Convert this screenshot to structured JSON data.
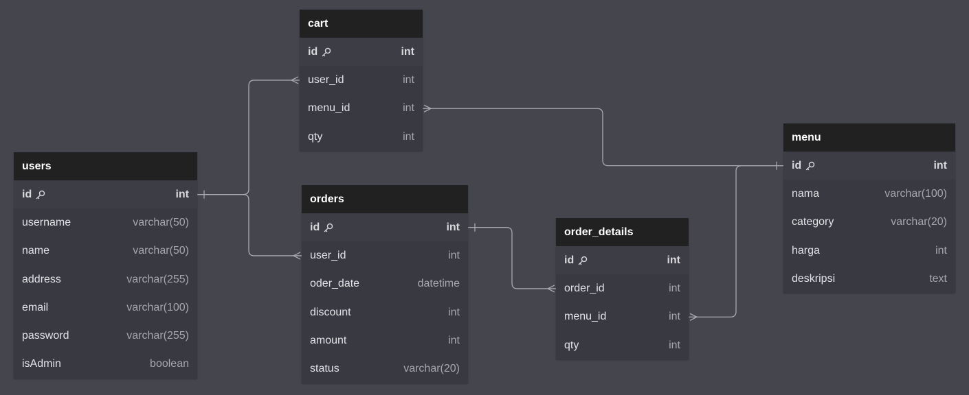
{
  "colors": {
    "background": "#45454e",
    "header": "#212121",
    "body": "#393941",
    "connector": "#a9a9b0"
  },
  "icons": {
    "primary_key": "key-icon"
  },
  "tables": [
    {
      "id": "cart",
      "name": "cart",
      "columns": [
        {
          "name": "id",
          "type": "int",
          "pk": true
        },
        {
          "name": "user_id",
          "type": "int"
        },
        {
          "name": "menu_id",
          "type": "int"
        },
        {
          "name": "qty",
          "type": "int"
        }
      ]
    },
    {
      "id": "users",
      "name": "users",
      "columns": [
        {
          "name": "id",
          "type": "int",
          "pk": true
        },
        {
          "name": "username",
          "type": "varchar(50)"
        },
        {
          "name": "name",
          "type": "varchar(50)"
        },
        {
          "name": "address",
          "type": "varchar(255)"
        },
        {
          "name": "email",
          "type": "varchar(100)"
        },
        {
          "name": "password",
          "type": "varchar(255)"
        },
        {
          "name": "isAdmin",
          "type": "boolean"
        }
      ]
    },
    {
      "id": "orders",
      "name": "orders",
      "columns": [
        {
          "name": "id",
          "type": "int",
          "pk": true
        },
        {
          "name": "user_id",
          "type": "int"
        },
        {
          "name": "oder_date",
          "type": "datetime"
        },
        {
          "name": "discount",
          "type": "int"
        },
        {
          "name": "amount",
          "type": "int"
        },
        {
          "name": "status",
          "type": "varchar(20)"
        }
      ]
    },
    {
      "id": "order_details",
      "name": "order_details",
      "columns": [
        {
          "name": "id",
          "type": "int",
          "pk": true
        },
        {
          "name": "order_id",
          "type": "int"
        },
        {
          "name": "menu_id",
          "type": "int"
        },
        {
          "name": "qty",
          "type": "int"
        }
      ]
    },
    {
      "id": "menu",
      "name": "menu",
      "columns": [
        {
          "name": "id",
          "type": "int",
          "pk": true
        },
        {
          "name": "nama",
          "type": "varchar(100)"
        },
        {
          "name": "category",
          "type": "varchar(20)"
        },
        {
          "name": "harga",
          "type": "int"
        },
        {
          "name": "deskripsi",
          "type": "text"
        }
      ]
    }
  ],
  "relationships": [
    {
      "from": "users.id",
      "to": "cart.user_id",
      "cardinality": "one-to-many"
    },
    {
      "from": "users.id",
      "to": "orders.user_id",
      "cardinality": "one-to-many"
    },
    {
      "from": "menu.id",
      "to": "cart.menu_id",
      "cardinality": "one-to-many"
    },
    {
      "from": "orders.id",
      "to": "order_details.order_id",
      "cardinality": "one-to-many"
    },
    {
      "from": "menu.id",
      "to": "order_details.menu_id",
      "cardinality": "one-to-many"
    }
  ]
}
